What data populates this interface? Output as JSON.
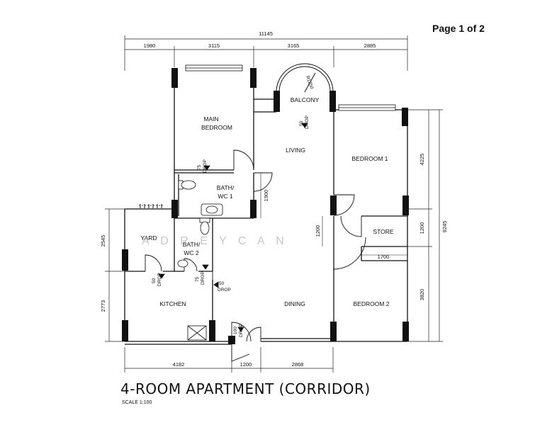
{
  "page_label": "Page 1 of 2",
  "title": "4-ROOM APARTMENT (CORRIDOR)",
  "scale": "SCALE 1:100",
  "watermark": "A D R E Y   C A N",
  "dimensions": {
    "top_total": "11145",
    "top_1": "1980",
    "top_2": "3115",
    "top_3": "3165",
    "top_4": "2885",
    "left_upper": "2545",
    "left_lower": "2773",
    "right_total": "9245",
    "right_1": "4225",
    "right_2": "1200",
    "right_3": "3820",
    "bath_wc1": "1900",
    "corridor": "1200",
    "store_width": "1700",
    "bottom_1": "4182",
    "bottom_2": "1200",
    "bottom_3": "2868",
    "balcony_radius": "R1250"
  },
  "rooms": {
    "main_bedroom_1": "MAIN",
    "main_bedroom_2": "BEDROOM",
    "balcony": "BALCONY",
    "living": "LIVING",
    "bedroom1": "BEDROOM 1",
    "bath1_line1": "BATH/",
    "bath1_line2": "WC 1",
    "yard": "YARD",
    "bath2_line1": "BATH/",
    "bath2_line2": "WC 2",
    "store": "STORE",
    "kitchen": "KITCHEN",
    "dining": "DINING",
    "bedroom2": "BEDROOM 2"
  },
  "drops": {
    "balcony_num": "50",
    "balcony_word": "DROP",
    "bath1_num": "75",
    "bath1_word": "DROP",
    "yard_num": "50",
    "yard_word": "DROP",
    "bath2_num": "75",
    "bath2_word": "DROP",
    "kitchen_num": "50",
    "kitchen_word": "DROP",
    "entrance_num": "100",
    "entrance_word": "DROP"
  }
}
